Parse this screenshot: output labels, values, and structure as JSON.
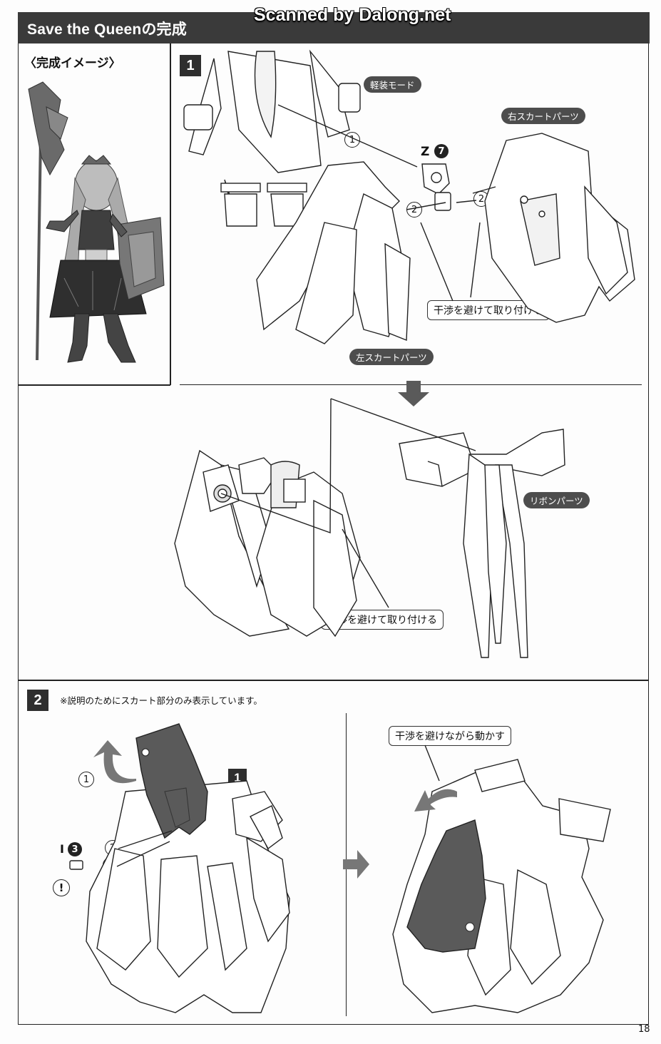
{
  "header": {
    "title": "Save the Queenの完成",
    "watermark": "Scanned by Dalong.net"
  },
  "completed_image": {
    "heading": "〈完成イメージ〉"
  },
  "step1": {
    "number": "1",
    "labels": {
      "light_armor_mode": "軽装モード",
      "right_skirt_parts": "右スカートパーツ",
      "left_skirt_parts": "左スカートパーツ",
      "ribbon_parts": "リボンパーツ"
    },
    "callouts": {
      "avoid_interference_top": "干渉を避けて取り付ける",
      "avoid_interference_bottom": "干渉を避けて取り付ける"
    },
    "part_code": {
      "letter": "Z",
      "number": "7"
    },
    "circled": {
      "one": "1",
      "two_a": "2",
      "two_b": "2"
    }
  },
  "step2": {
    "number": "2",
    "note": "※説明のためにスカート部分のみ表示しています。",
    "callout": "干渉を避けながら動かす",
    "sub_step_ref": "1",
    "part_code": {
      "letter": "I",
      "number": "3"
    },
    "circled": {
      "one": "1",
      "two_a": "2",
      "two_b": "2"
    },
    "warning": "!"
  },
  "footer": {
    "page_number": "18"
  },
  "colors": {
    "header_bg": "#3a3a3a",
    "pill_bg": "#4d4d4d",
    "highlight_part": "#5a5a5a"
  }
}
